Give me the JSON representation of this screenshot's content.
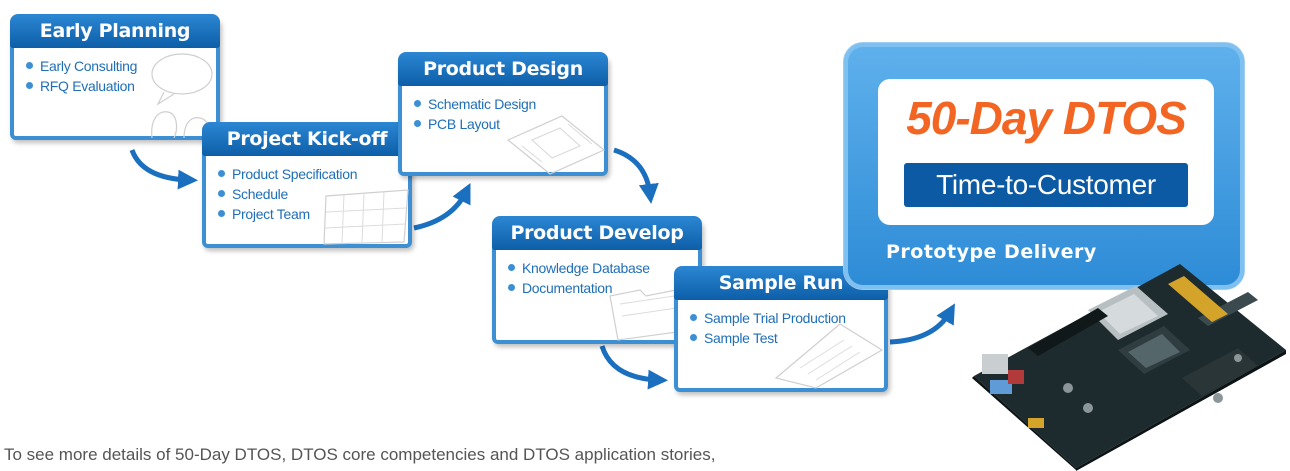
{
  "stages": [
    {
      "title": "Early Planning",
      "items": [
        "Early Consulting",
        "RFQ Evaluation"
      ],
      "sketch": "speech-bubble-people"
    },
    {
      "title": "Project Kick-off",
      "items": [
        "Product Specification",
        "Schedule",
        "Project Team"
      ],
      "sketch": "calendar"
    },
    {
      "title": "Product Design",
      "items": [
        "Schematic Design",
        "PCB Layout"
      ],
      "sketch": "pcb-layout"
    },
    {
      "title": "Product Develop",
      "items": [
        "Knowledge Database",
        "Documentation"
      ],
      "sketch": "folders"
    },
    {
      "title": "Sample Run",
      "items": [
        "Sample Trial Production",
        "Sample Test"
      ],
      "sketch": "checklist-paper"
    }
  ],
  "result": {
    "headline": "50-Day DTOS",
    "subheadline": "Time-to-Customer",
    "label": "Prototype Delivery",
    "image": "motherboard"
  },
  "footer": {
    "text": "To see more details of 50-Day DTOS, DTOS core competencies and DTOS application stories,"
  },
  "colors": {
    "primary_blue": "#0d5ea8",
    "border_blue": "#3d8fd4",
    "text_blue": "#1f6fb8",
    "accent_orange": "#f26522"
  }
}
